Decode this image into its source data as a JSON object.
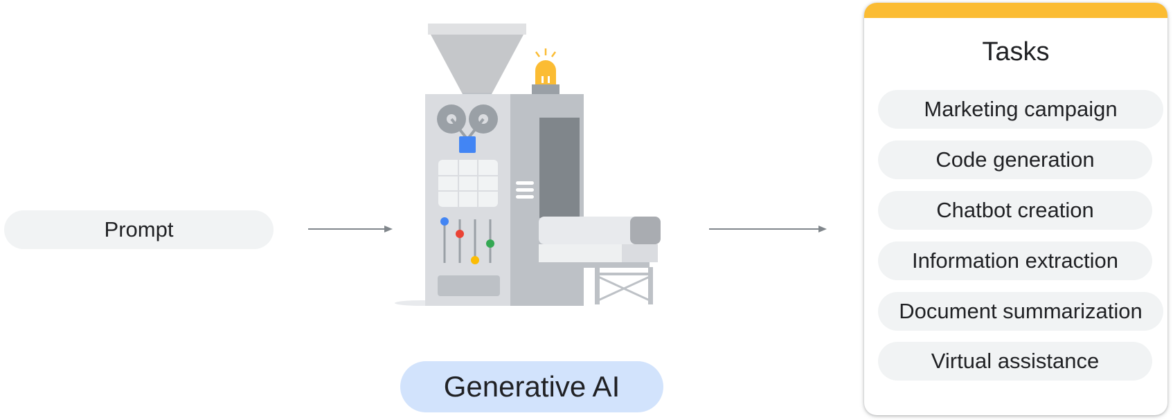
{
  "input": {
    "label": "Prompt"
  },
  "model": {
    "label": "Generative AI",
    "illustration": "factory-machine"
  },
  "output": {
    "title": "Tasks",
    "items": [
      "Marketing campaign",
      "Code generation",
      "Chatbot creation",
      "Information extraction",
      "Document summarization",
      "Virtual assistance"
    ]
  },
  "colors": {
    "pill": "#f1f3f4",
    "model_pill": "#d2e3fc",
    "accent_yellow": "#fbbc33",
    "blue": "#4285f4",
    "red": "#ea4335",
    "green": "#34a853",
    "arrow": "#80868b"
  }
}
